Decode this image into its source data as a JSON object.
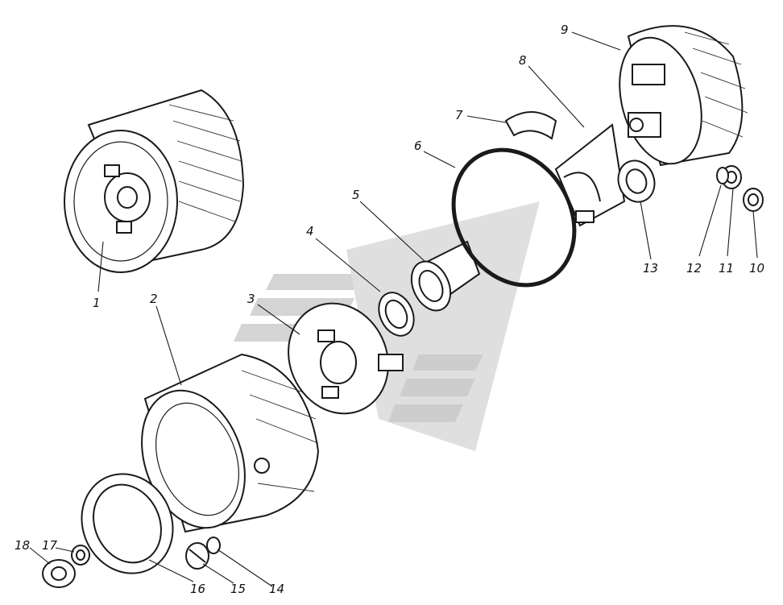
{
  "diagram": {
    "callouts": [
      "1",
      "2",
      "3",
      "4",
      "5",
      "6",
      "7",
      "8",
      "9",
      "10",
      "11",
      "12",
      "13",
      "14",
      "15",
      "16",
      "17",
      "18"
    ],
    "watermark_colors": {
      "light": "#d9d9d9",
      "mid": "#c4c4c4"
    }
  }
}
